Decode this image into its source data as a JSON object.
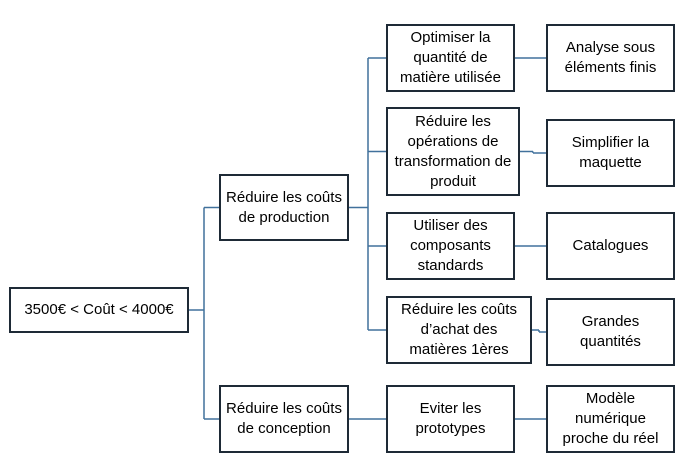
{
  "diagram": {
    "line_color": "#41719c",
    "border_color": "#1e2a36",
    "root": "3500€ < Coût < 4000€",
    "branches": {
      "production": "Réduire les coûts de production",
      "conception": "Réduire les coûts de conception"
    },
    "actions": {
      "optimiser": "Optimiser la quantité de matière utilisée",
      "operations": "Réduire les opérations de transformation de produit",
      "composants": "Utiliser des composants standards",
      "achat": "Réduire les coûts d’achat des matières 1ères",
      "prototypes": "Eviter les prototypes"
    },
    "solutions": {
      "analyse": "Analyse sous éléments finis",
      "maquette": "Simplifier la maquette",
      "catalogues": "Catalogues",
      "quantites": "Grandes quantités",
      "modele": "Modèle numérique proche du réel"
    }
  }
}
